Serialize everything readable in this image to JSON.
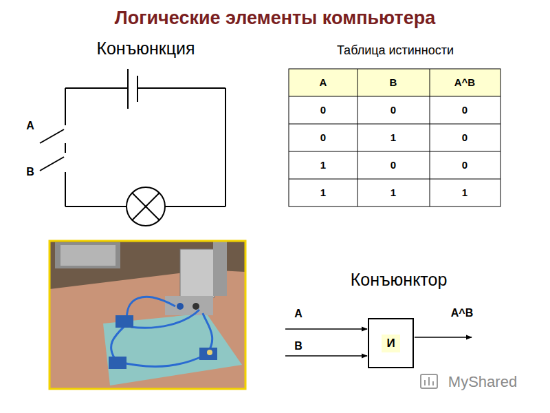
{
  "diagram": {
    "title": "Логические элементы компьютера",
    "nodes": [
      {
        "text": [
          "И"
        ]
      }
    ],
    "labels": [
      "Конъюнкция",
      "Таблица истинности",
      "A",
      "B",
      "A",
      "B",
      "A^B",
      "0",
      "0",
      "0",
      "0",
      "1",
      "0",
      "1",
      "0",
      "0",
      "1",
      "1",
      "1",
      "Конъюнктор",
      "A",
      "B",
      "A^B",
      "MyShared"
    ]
  }
}
